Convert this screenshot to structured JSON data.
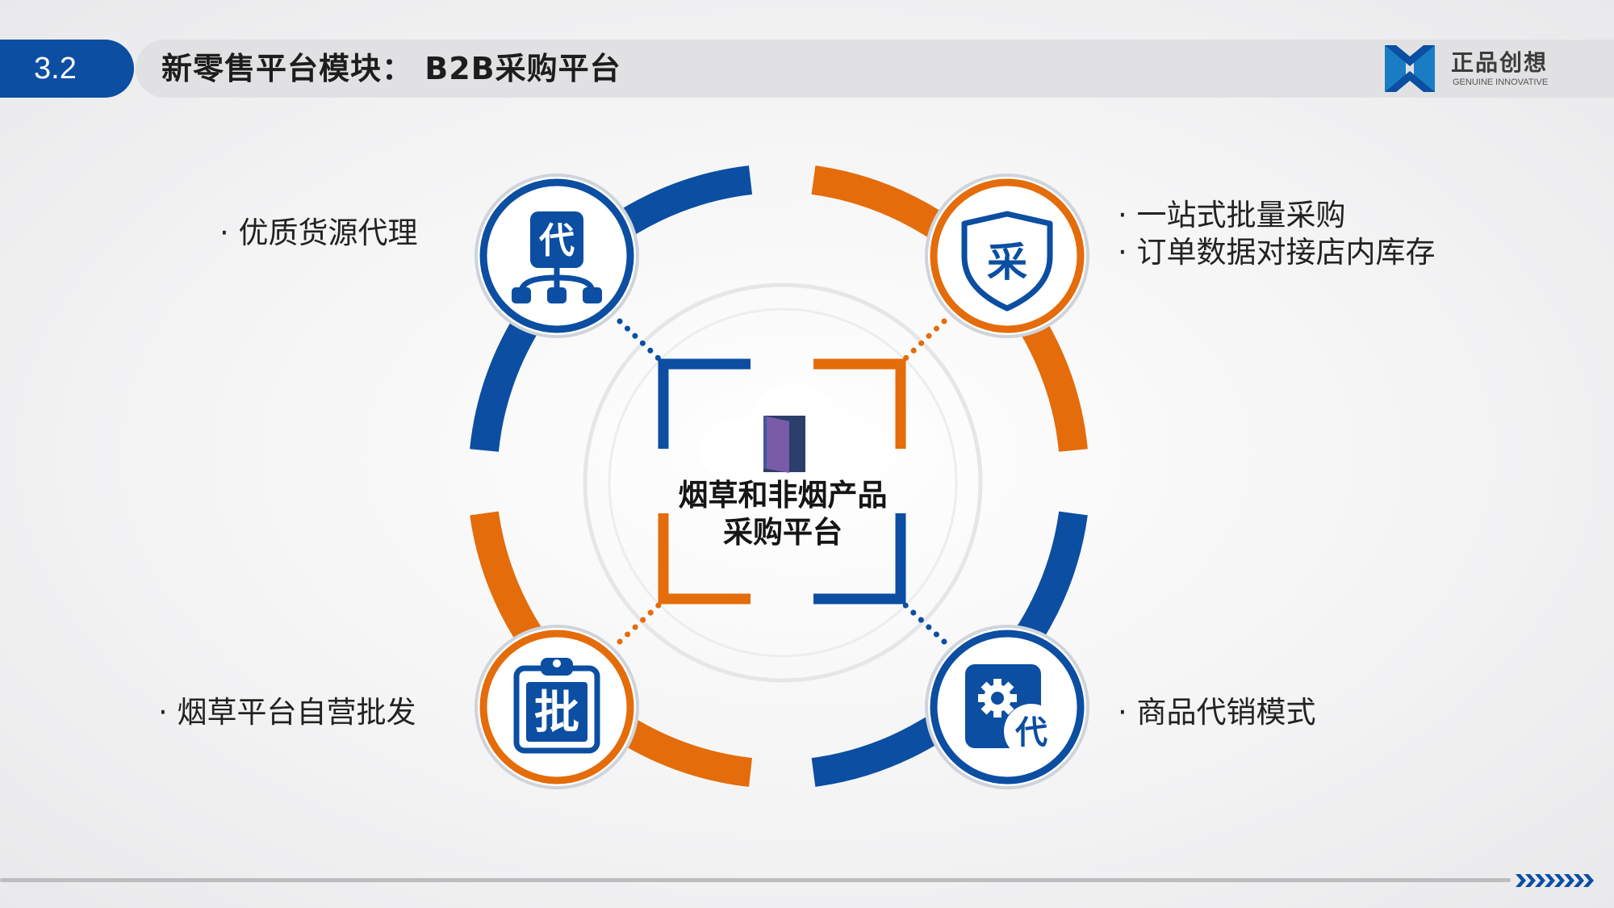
{
  "header": {
    "section_number": "3.2",
    "title": "新零售平台模块：  B2B采购平台"
  },
  "logo": {
    "name": "正品创想",
    "subtitle": "GENUINE INNOVATIVE"
  },
  "center": {
    "title_line1": "烟草和非烟产品",
    "title_line2": "采购平台"
  },
  "nodes": {
    "top_left": {
      "icon_char": "代",
      "icon": "org-chart-icon"
    },
    "top_right": {
      "icon_char": "采",
      "icon": "shield-icon"
    },
    "bottom_left": {
      "icon_char": "批",
      "icon": "clipboard-icon"
    },
    "bottom_right": {
      "icon_char": "代",
      "icon": "gear-icon"
    }
  },
  "labels": {
    "top_left": [
      "· 优质货源代理"
    ],
    "top_right": [
      "· 一站式批量采购",
      "· 订单数据对接店内库存"
    ],
    "bottom_left": [
      "· 烟草平台自营批发"
    ],
    "bottom_right": [
      "· 商品代销模式"
    ]
  },
  "colors": {
    "blue": "#0b4ea2",
    "orange": "#e46c0a",
    "purple": "#7a5ba8"
  }
}
